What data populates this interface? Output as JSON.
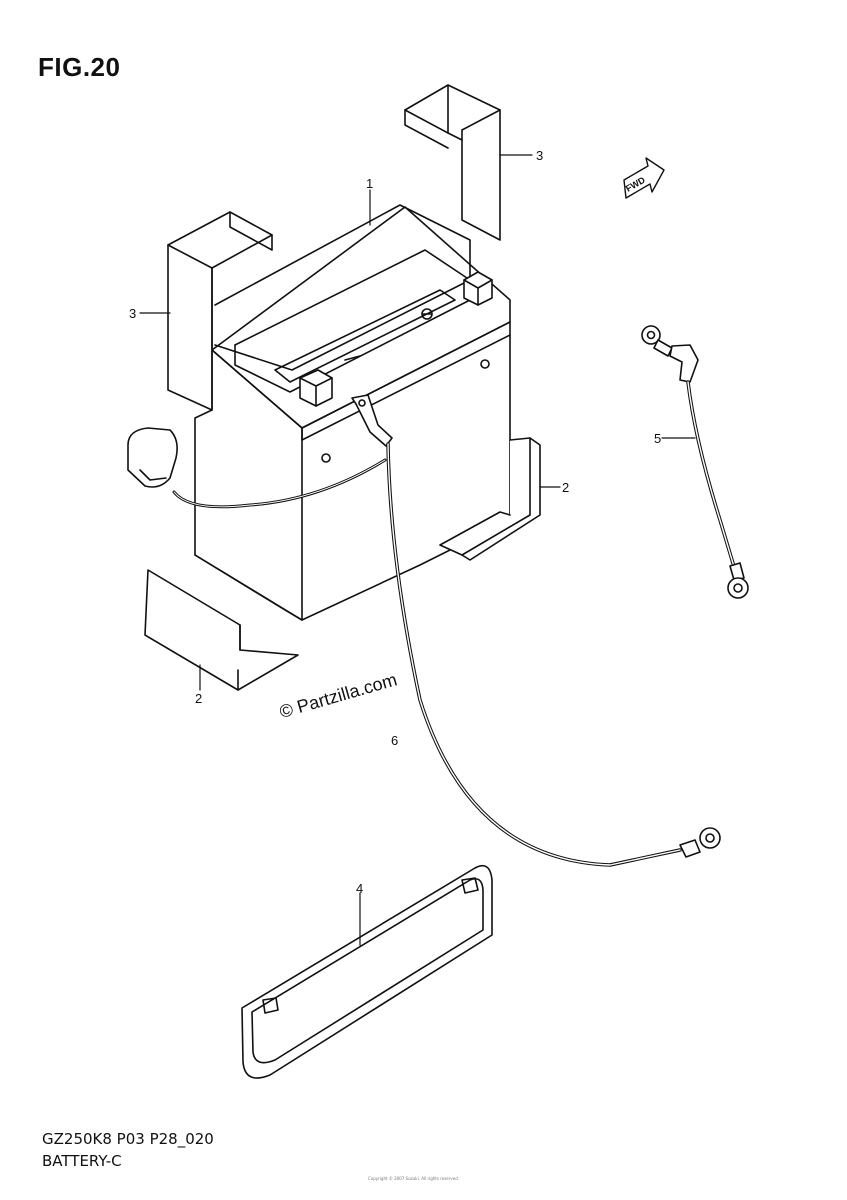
{
  "figure": {
    "title": "FIG.20",
    "code": "GZ250K8 P03 P28_020",
    "name": "BATTERY-C",
    "watermark": "© Partzilla.com",
    "fwd_label": "FWD",
    "tiny_text": "Copyright © 2007 Suzuki. All rights reserved."
  },
  "callouts": [
    "1",
    "2",
    "2",
    "3",
    "3",
    "4",
    "5",
    "6"
  ],
  "colors": {
    "line": "#111111",
    "background": "#ffffff"
  }
}
